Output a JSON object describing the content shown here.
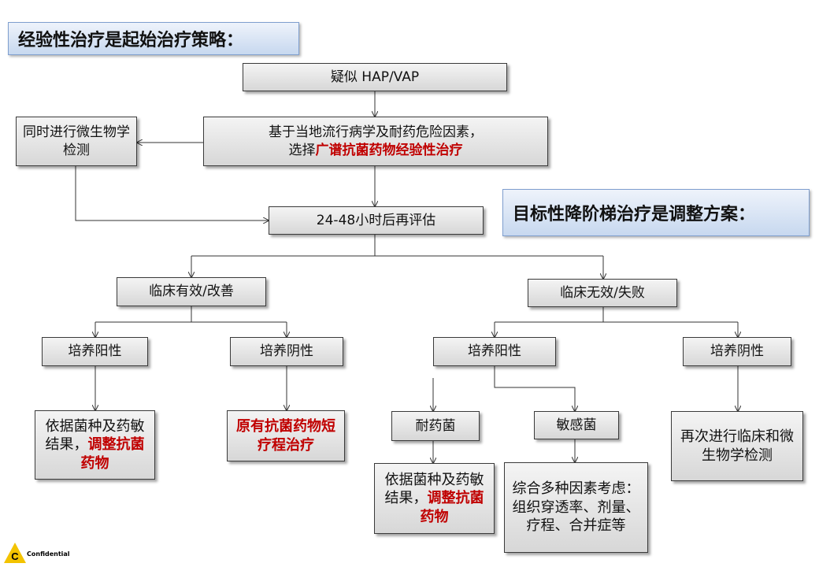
{
  "title_empirical": "经验性治疗是起始治疗策略：",
  "title_targeted": "目标性降阶梯治疗是调整方案：",
  "footer": {
    "confidential": "Confidential",
    "logo_letter": "C"
  },
  "nodes": {
    "suspect": "疑似 HAP/VAP",
    "basis_line1": "基于当地流行病学及耐药危险因素，",
    "basis_line2_pre": "选择",
    "basis_line2_red": "广谱抗菌药物经验性治疗",
    "micro_test": "同时进行微生物学检测",
    "reassess": "24-48小时后再评估",
    "clinical_good": "临床有效/改善",
    "clinical_bad": "临床无效/失败",
    "culture_pos_left": "培养阳性",
    "culture_neg_left": "培养阴性",
    "culture_pos_right": "培养阳性",
    "culture_neg_right": "培养阴性",
    "adjust_left_pre": "依据菌种及药敏结果，",
    "adjust_left_red": "调整抗菌药物",
    "short_course": "原有抗菌药物短疗程治疗",
    "resistant": "耐药菌",
    "sensitive": "敏感菌",
    "adjust_right_pre": "依据菌种及药敏结果，",
    "adjust_right_red": "调整抗菌药物",
    "comprehensive": "综合多种因素考虑：组织穿透率、剂量、疗程、合并症等",
    "retest": "再次进行临床和微生物学检测"
  },
  "colors": {
    "emphasis": "#c00000",
    "banner": "#c7d8ef"
  }
}
